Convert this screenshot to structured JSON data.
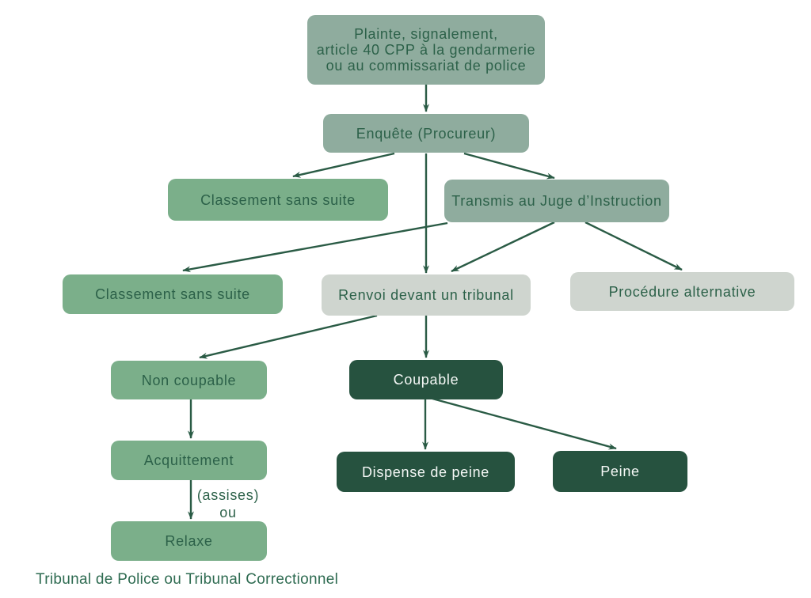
{
  "diagram": {
    "title": "French criminal procedure flowchart",
    "palette": {
      "sage": "#8FAC9E",
      "green": "#7BAF8A",
      "light": "#CFD5CF",
      "dark": "#26523F",
      "arrow": "#2A5B45",
      "label_text": "#2C6149",
      "label_text_on_dark": "#F5F8F6",
      "caption_text": "#2E6B51",
      "background": "#FFFFFF"
    },
    "nodes": {
      "plainte": {
        "label": "Plainte, signalement,\narticle 40 CPP à la gendarmerie\nou au commissariat de police"
      },
      "enquete": {
        "label": "Enquête (Procureur)"
      },
      "classement_1": {
        "label": "Classement sans suite"
      },
      "transmis": {
        "label": "Transmis au Juge d’Instruction"
      },
      "classement_2": {
        "label": "Classement sans suite"
      },
      "renvoi": {
        "label": "Renvoi devant un tribunal"
      },
      "procedure_alternative": {
        "label": "Procédure alternative"
      },
      "non_coupable": {
        "label": "Non coupable"
      },
      "coupable": {
        "label": "Coupable"
      },
      "acquittement": {
        "label": "Acquittement"
      },
      "relaxe": {
        "label": "Relaxe"
      },
      "dispense_de_peine": {
        "label": "Dispense de peine"
      },
      "peine": {
        "label": "Peine"
      }
    },
    "annotations": {
      "assises_ou": "(assises)\nou",
      "caption": "Tribunal de Police ou Tribunal Correctionnel"
    },
    "edges": [
      {
        "from": "plainte",
        "to": "enquete"
      },
      {
        "from": "enquete",
        "to": "classement_1"
      },
      {
        "from": "enquete",
        "to": "transmis"
      },
      {
        "from": "enquete",
        "to": "renvoi"
      },
      {
        "from": "transmis",
        "to": "classement_2"
      },
      {
        "from": "transmis",
        "to": "renvoi"
      },
      {
        "from": "transmis",
        "to": "procedure_alternative"
      },
      {
        "from": "renvoi",
        "to": "non_coupable"
      },
      {
        "from": "renvoi",
        "to": "coupable"
      },
      {
        "from": "non_coupable",
        "to": "acquittement"
      },
      {
        "from": "acquittement",
        "to": "relaxe"
      },
      {
        "from": "coupable",
        "to": "dispense_de_peine"
      },
      {
        "from": "coupable",
        "to": "peine"
      }
    ]
  }
}
